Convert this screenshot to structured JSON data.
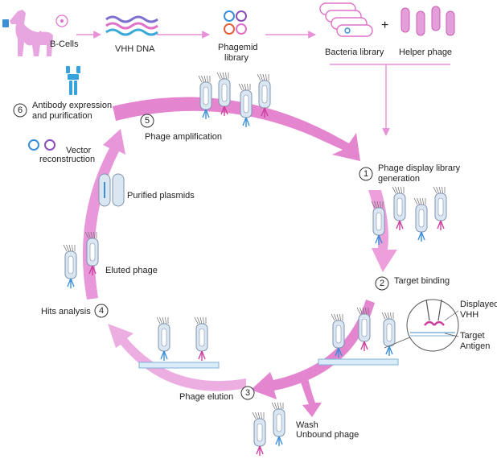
{
  "top_row": {
    "bcells": "B-Cells",
    "vhh_dna": "VHH DNA",
    "phagemid_line1": "Phagemid",
    "phagemid_line2": "library",
    "bacteria_library": "Bacteria library",
    "plus": "+",
    "helper_phage": "Helper phage"
  },
  "steps": [
    {
      "num": "1",
      "line1": "Phage display library",
      "line2": "generation"
    },
    {
      "num": "2",
      "line1": "Target binding",
      "line2": ""
    },
    {
      "num": "3",
      "line1": "Phage elution",
      "line2": ""
    },
    {
      "num": "4",
      "line1": "Hits analysis",
      "line2": ""
    },
    {
      "num": "5",
      "line1": "Phage amplification",
      "line2": ""
    },
    {
      "num": "6",
      "line1": "Antibody expression",
      "line2": "and purification"
    }
  ],
  "labels": {
    "vector_line1": "Vector",
    "vector_line2": "reconstruction",
    "purified_plasmids": "Purified plasmids",
    "eluted_phage": "Eluted phage",
    "wash_line1": "Wash",
    "wash_line2": "Unbound phage",
    "displayed_line1": "Displayed",
    "displayed_line2": "VHH",
    "target_line1": "Target",
    "target_line2": "Antigen"
  },
  "colors": {
    "cycle_arrow": "#e070c8",
    "cycle_arrow_light": "#f2b6e4",
    "connector": "#e98fd7",
    "llama": "#e8a6e0",
    "phage_body": "#dbe6f3",
    "phage_stroke": "#7f93ad",
    "vhh_blue": "#3a8fd8",
    "vhh_pink": "#cc3f9e",
    "antibody": "#36a3dc",
    "antigen_plate": "#d9ecf8"
  }
}
